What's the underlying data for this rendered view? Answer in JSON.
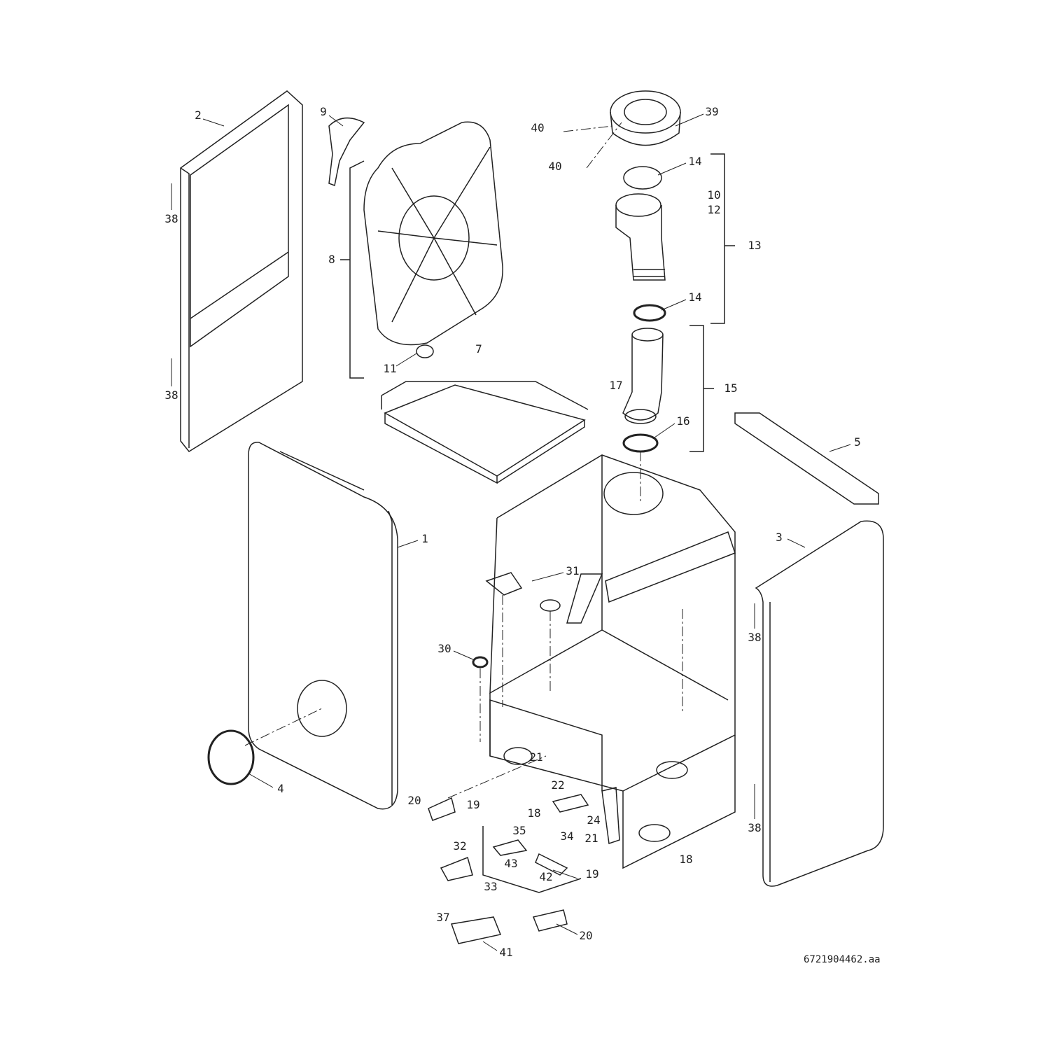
{
  "diagram": {
    "drawing_number": "6721904462.aa",
    "callouts": [
      {
        "id": "label-2",
        "text": "2"
      },
      {
        "id": "label-9",
        "text": "9"
      },
      {
        "id": "label-39",
        "text": "39"
      },
      {
        "id": "label-40a",
        "text": "40"
      },
      {
        "id": "label-40b",
        "text": "40"
      },
      {
        "id": "label-14a",
        "text": "14"
      },
      {
        "id": "label-10",
        "text": "10"
      },
      {
        "id": "label-12",
        "text": "12"
      },
      {
        "id": "label-13",
        "text": "13"
      },
      {
        "id": "label-38a",
        "text": "38"
      },
      {
        "id": "label-8",
        "text": "8"
      },
      {
        "id": "label-14b",
        "text": "14"
      },
      {
        "id": "label-11",
        "text": "11"
      },
      {
        "id": "label-7",
        "text": "7"
      },
      {
        "id": "label-17",
        "text": "17"
      },
      {
        "id": "label-15",
        "text": "15"
      },
      {
        "id": "label-16",
        "text": "16"
      },
      {
        "id": "label-38b",
        "text": "38"
      },
      {
        "id": "label-5",
        "text": "5"
      },
      {
        "id": "label-1",
        "text": "1"
      },
      {
        "id": "label-3",
        "text": "3"
      },
      {
        "id": "label-31",
        "text": "31"
      },
      {
        "id": "label-38c",
        "text": "38"
      },
      {
        "id": "label-30",
        "text": "30"
      },
      {
        "id": "label-4",
        "text": "4"
      },
      {
        "id": "label-21a",
        "text": "21"
      },
      {
        "id": "label-22",
        "text": "22"
      },
      {
        "id": "label-20a",
        "text": "20"
      },
      {
        "id": "label-19a",
        "text": "19"
      },
      {
        "id": "label-18a",
        "text": "18"
      },
      {
        "id": "label-24",
        "text": "24"
      },
      {
        "id": "label-35",
        "text": "35"
      },
      {
        "id": "label-34",
        "text": "34"
      },
      {
        "id": "label-21b",
        "text": "21"
      },
      {
        "id": "label-38d",
        "text": "38"
      },
      {
        "id": "label-32",
        "text": "32"
      },
      {
        "id": "label-43",
        "text": "43"
      },
      {
        "id": "label-18b",
        "text": "18"
      },
      {
        "id": "label-19b",
        "text": "19"
      },
      {
        "id": "label-42",
        "text": "42"
      },
      {
        "id": "label-33",
        "text": "33"
      },
      {
        "id": "label-37",
        "text": "37"
      },
      {
        "id": "label-20b",
        "text": "20"
      },
      {
        "id": "label-41",
        "text": "41"
      }
    ]
  }
}
